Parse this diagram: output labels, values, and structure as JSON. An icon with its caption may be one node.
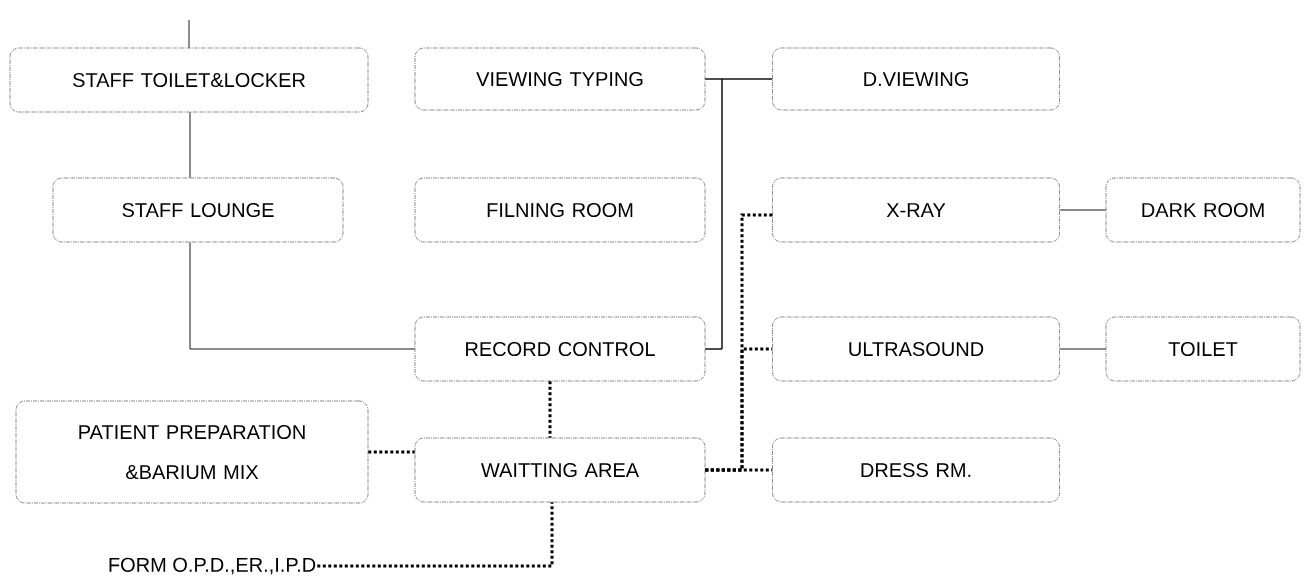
{
  "diagram": {
    "nodes": [
      {
        "text": [
          "STAFF TOILET&LOCKER"
        ]
      },
      {
        "text": [
          "VIEWING TYPING"
        ]
      },
      {
        "text": [
          "D.VIEWING"
        ]
      },
      {
        "text": [
          "STAFF LOUNGE"
        ]
      },
      {
        "text": [
          "FILNING ROOM"
        ]
      },
      {
        "text": [
          "X-RAY"
        ]
      },
      {
        "text": [
          "DARK ROOM"
        ]
      },
      {
        "text": [
          "RECORD CONTROL"
        ]
      },
      {
        "text": [
          "ULTRASOUND"
        ]
      },
      {
        "text": [
          "TOILET"
        ]
      },
      {
        "text": [
          "PATIENT PREPARATION &BARIUM MIX"
        ]
      },
      {
        "text": [
          "WAITTING AREA"
        ]
      },
      {
        "text": [
          "DRESS RM."
        ]
      },
      {
        "text": [
          "FORM O.P.D.,ER.,I.P.D"
        ]
      }
    ],
    "edges": [
      {
        "from": null,
        "to": 0,
        "arrow": "none"
      },
      {
        "from": 0,
        "to": 3,
        "arrow": "none"
      },
      {
        "from": 3,
        "to": 7,
        "arrow": "none"
      },
      {
        "from": 1,
        "to": 2,
        "arrow": "none"
      },
      {
        "from": 7,
        "to": 1,
        "arrow": "none"
      },
      {
        "from": 7,
        "to": 2,
        "arrow": "none"
      },
      {
        "from": 5,
        "to": 6,
        "arrow": "none"
      },
      {
        "from": 8,
        "to": 9,
        "arrow": "none"
      },
      {
        "from": 7,
        "to": 11,
        "arrow": "none",
        "style": "dashed"
      },
      {
        "from": 10,
        "to": 11,
        "arrow": "none",
        "style": "dashed"
      },
      {
        "from": 11,
        "to": 12,
        "arrow": "none",
        "style": "dashed"
      },
      {
        "from": 11,
        "to": 8,
        "arrow": "none",
        "style": "dashed"
      },
      {
        "from": 11,
        "to": 5,
        "arrow": "none",
        "style": "dashed"
      },
      {
        "from": 13,
        "to": 11,
        "arrow": "none",
        "style": "dashed"
      }
    ]
  }
}
